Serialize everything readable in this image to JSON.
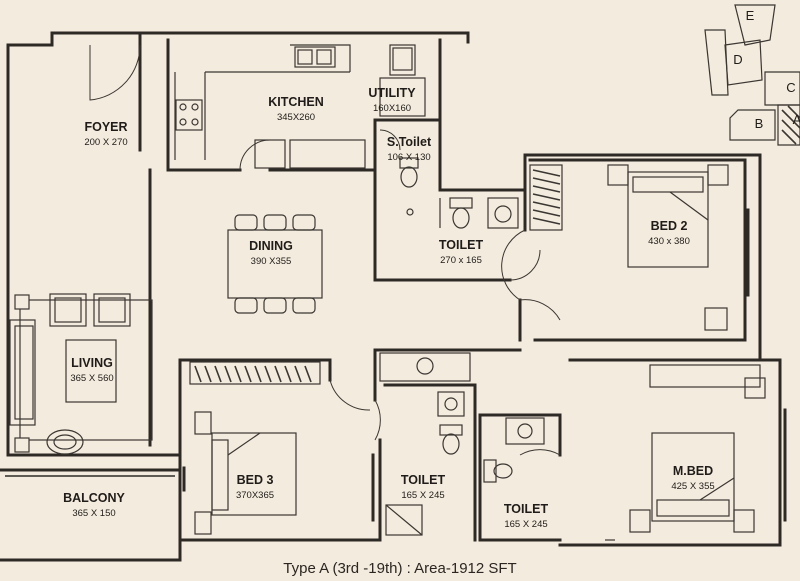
{
  "caption": "Type A (3rd -19th) : Area-1912 SFT",
  "rooms": {
    "foyer": {
      "name": "FOYER",
      "dim": "200 X 270"
    },
    "kitchen": {
      "name": "KITCHEN",
      "dim": "345X260"
    },
    "utility": {
      "name": "UTILITY",
      "dim": "160X160"
    },
    "stoilet": {
      "name": "S.Toilet",
      "dim": "106 X 130"
    },
    "dining": {
      "name": "DINING",
      "dim": "390 X355"
    },
    "toilet1": {
      "name": "TOILET",
      "dim": "270 x 165"
    },
    "bed2": {
      "name": "BED 2",
      "dim": "430 x 380"
    },
    "living": {
      "name": "LIVING",
      "dim": "365 X 560"
    },
    "bed3": {
      "name": "BED 3",
      "dim": "370X365"
    },
    "toilet2": {
      "name": "TOILET",
      "dim": "165 X 245"
    },
    "toilet3": {
      "name": "TOILET",
      "dim": "165 X 245"
    },
    "mbed": {
      "name": "M.BED",
      "dim": "425 X 355"
    },
    "balcony": {
      "name": "BALCONY",
      "dim": "365 X 150"
    }
  },
  "key_plan": {
    "blocks": [
      "E",
      "D",
      "C",
      "B",
      "A"
    ]
  }
}
